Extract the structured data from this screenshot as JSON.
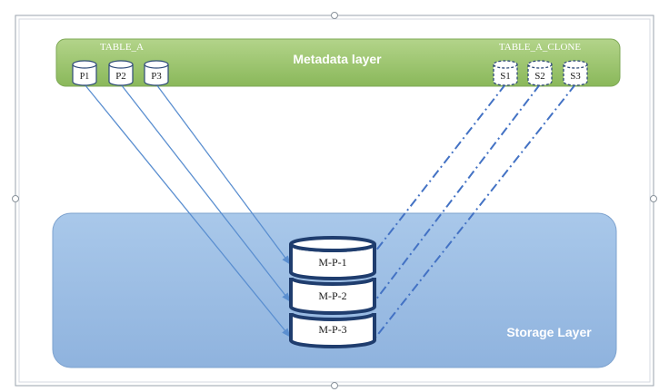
{
  "metadata_layer": {
    "label": "Metadata layer",
    "table_a": {
      "name": "TABLE_A",
      "partitions": [
        "P1",
        "P2",
        "P3"
      ]
    },
    "table_a_clone": {
      "name": "TABLE_A_CLONE",
      "partitions": [
        "S1",
        "S2",
        "S3"
      ]
    }
  },
  "storage_layer": {
    "label": "Storage Layer",
    "micro_partitions": [
      "M-P-1",
      "M-P-2",
      "M-P-3"
    ]
  },
  "colors": {
    "metadata_fill": "#9bc46a",
    "storage_fill": "#9bbde3",
    "solid_arrow": "#5b8fd0",
    "dashed_arrow": "#4372c4",
    "stack_stroke": "#1f3d6e"
  }
}
